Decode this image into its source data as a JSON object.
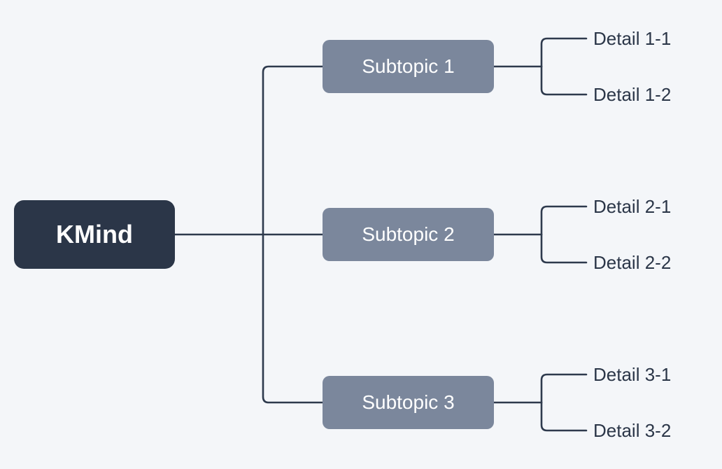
{
  "app": {
    "name": "KMind"
  },
  "root": {
    "label": "KMind"
  },
  "branches": [
    {
      "label": "Subtopic 1",
      "details": [
        {
          "label": "Detail 1-1"
        },
        {
          "label": "Detail 1-2"
        }
      ]
    },
    {
      "label": "Subtopic 2",
      "details": [
        {
          "label": "Detail 2-1"
        },
        {
          "label": "Detail 2-2"
        }
      ]
    },
    {
      "label": "Subtopic 3",
      "details": [
        {
          "label": "Detail 3-1"
        },
        {
          "label": "Detail 3-2"
        }
      ]
    }
  ],
  "colors": {
    "background": "#f4f6f9",
    "root_fill": "#2b3648",
    "branch_fill": "#7b879c",
    "node_text": "#ffffff",
    "detail_text": "#2b3648",
    "line": "#2e3a4d"
  }
}
